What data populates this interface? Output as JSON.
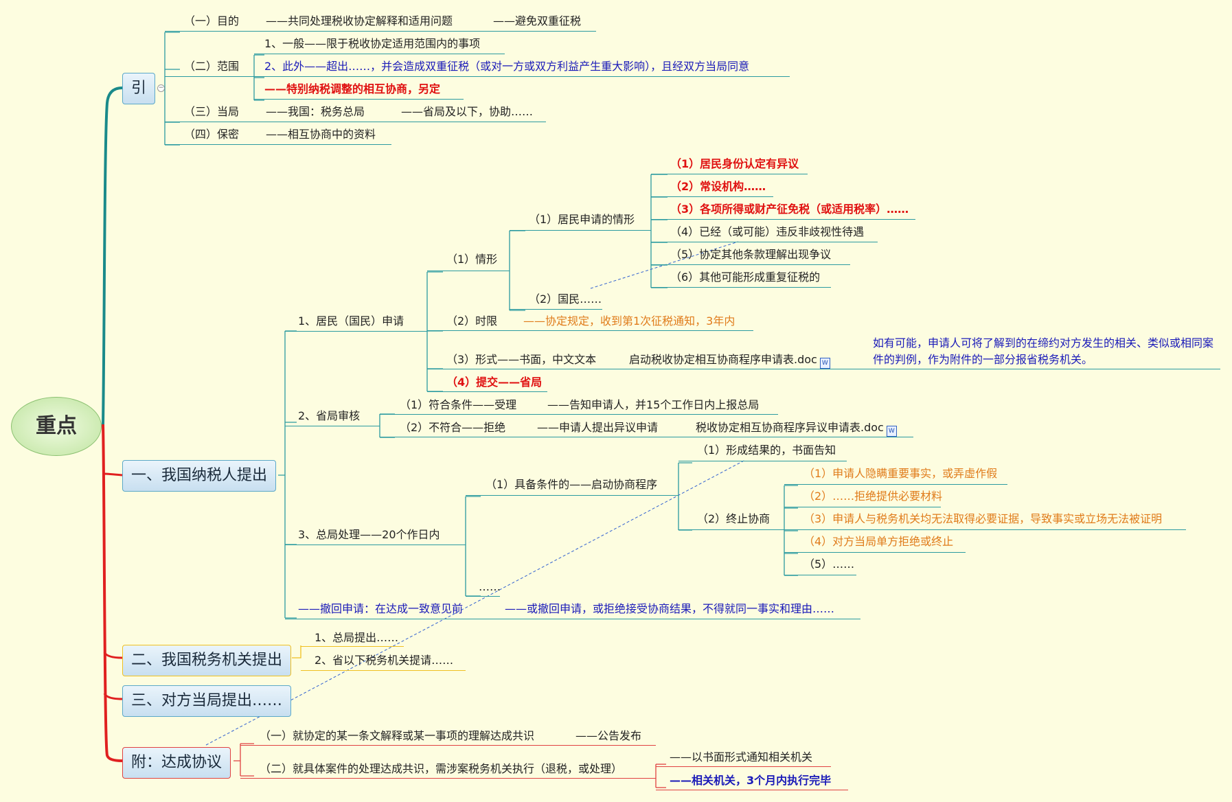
{
  "root": "重点",
  "intro": {
    "title": "引",
    "purpose": {
      "label": "（一）目的",
      "a": "——共同处理税收协定解释和适用问题",
      "b": "——避免双重征税"
    },
    "scope": {
      "label": "（二）范围",
      "a": "1、一般——限于税收协定适用范围内的事项",
      "b": "2、此外——超出……，并会造成双重征税（或对一方或双方利益产生重大影响），且经双方当局同意",
      "c": "——特别纳税调整的相互协商，另定"
    },
    "authority": {
      "label": "（三）当局",
      "a": "——我国：税务总局",
      "b": "——省局及以下，协助……"
    },
    "secrecy": {
      "label": "（四）保密",
      "a": "——相互协商中的资料"
    }
  },
  "taxpayer": {
    "title": "一、我国纳税人提出",
    "apply": {
      "label": "1、居民（国民）申请",
      "situation": {
        "label": "（1）情形",
        "resident": {
          "label": "（1）居民申请的情形",
          "items": [
            "（1）居民身份认定有异议",
            "（2）常设机构……",
            "（3）各项所得或财产征免税（或适用税率）……",
            "（4）已经（或可能）违反非歧视性待遇",
            "（5）协定其他条款理解出现争议",
            "（6）其他可能形成重复征税的"
          ]
        },
        "national": "（2）国民……"
      },
      "limit": {
        "label": "（2）时限",
        "a": "——协定规定，收到第1次征税通知，3年内"
      },
      "form": {
        "label": "（3）形式——书面，中文文本",
        "doc": "启动税收协定相互协商程序申请表.doc",
        "note": "如有可能，申请人可将了解到的在缔约对方发生的相关、类似或相同案件的判例，作为附件的一部分报省税务机关。"
      },
      "submit": "（4）提交——省局"
    },
    "review": {
      "label": "2、省局审核",
      "ok": {
        "label": "（1）符合条件——受理",
        "a": "——告知申请人，并15个工作日内上报总局"
      },
      "no": {
        "label": "（2）不符合——拒绝",
        "a": "——申请人提出异议申请",
        "doc": "税收协定相互协商程序异议申请表.doc"
      }
    },
    "hq": {
      "label": "3、总局处理——20个作日内",
      "start": {
        "label": "（1）具备条件的——启动协商程序",
        "result": "（1）形成结果的，书面告知",
        "terminate": {
          "label": "（2）终止协商",
          "items": [
            "（1）申请人隐瞒重要事实，或弄虚作假",
            "（2）……拒绝提供必要材料",
            "（3）申请人与税务机关均无法取得必要证据，导致事实或立场无法被证明",
            "（4）对方当局单方拒绝或终止",
            "（5）……"
          ]
        }
      },
      "etc": "……"
    },
    "withdraw": {
      "label": "——撤回申请：在达成一致意见前",
      "a": "——或撤回申请，或拒绝接受协商结果，不得就同一事实和理由……"
    }
  },
  "authority2": {
    "title": "二、我国税务机关提出",
    "a": "1、总局提出……",
    "b": "2、省以下税务机关提请……"
  },
  "other": {
    "title": "三、对方当局提出……"
  },
  "agree": {
    "title": "附：达成协议",
    "a": {
      "label": "（一）就协定的某一条文解释或某一事项的理解达成共识",
      "x": "——公告发布"
    },
    "b": {
      "label": "（二）就具体案件的处理达成共识，需涉案税务机关执行（退税，或处理）",
      "x": "——以书面形式通知相关机关",
      "y": "——相关机关，3个月内执行完毕"
    }
  },
  "colors": {
    "teal": "#2a9aa0",
    "red": "#e02020",
    "yellow": "#f0c020",
    "blue": "#1a1ab8",
    "orange": "#e07b1a"
  }
}
